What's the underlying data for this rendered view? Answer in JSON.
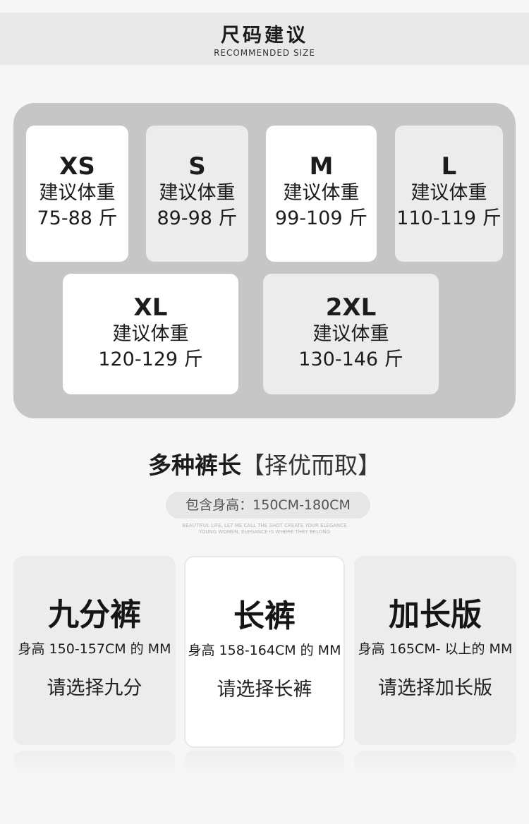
{
  "header": {
    "title": "尺码建议",
    "subtitle": "RECOMMENDED SIZE"
  },
  "sizes": [
    {
      "code": "XS",
      "label": "建议体重",
      "weight": "75-88 斤",
      "style": "white"
    },
    {
      "code": "S",
      "label": "建议体重",
      "weight": "89-98 斤",
      "style": "grey"
    },
    {
      "code": "M",
      "label": "建议体重",
      "weight": "99-109 斤",
      "style": "white"
    },
    {
      "code": "L",
      "label": "建议体重",
      "weight": "110-119 斤",
      "style": "grey"
    },
    {
      "code": "XL",
      "label": "建议体重",
      "weight": "120-129 斤",
      "style": "white"
    },
    {
      "code": "2XL",
      "label": "建议体重",
      "weight": "130-146 斤",
      "style": "grey"
    }
  ],
  "length_section": {
    "title_bold": "多种裤长",
    "title_light": "【择优而取】",
    "height_range": "包含身高：150CM-180CM",
    "tagline_line1": "BEAUTIFUL LIFE, LET ME CALL THE SHOT CREATE YOUR ELEGANCE",
    "tagline_line2": "YOUNG WOMEN, ELEGANCE IS WHERE THEY BELONG"
  },
  "options": [
    {
      "name": "九分裤",
      "range": "身高 150-157CM 的 MM",
      "choose": "请选择九分",
      "style": "grey"
    },
    {
      "name": "长裤",
      "range": "身高 158-164CM 的 MM",
      "choose": "请选择长裤",
      "style": "white"
    },
    {
      "name": "加长版",
      "range": "身高 165CM- 以上的 MM",
      "choose": "请选择加长版",
      "style": "grey"
    }
  ]
}
